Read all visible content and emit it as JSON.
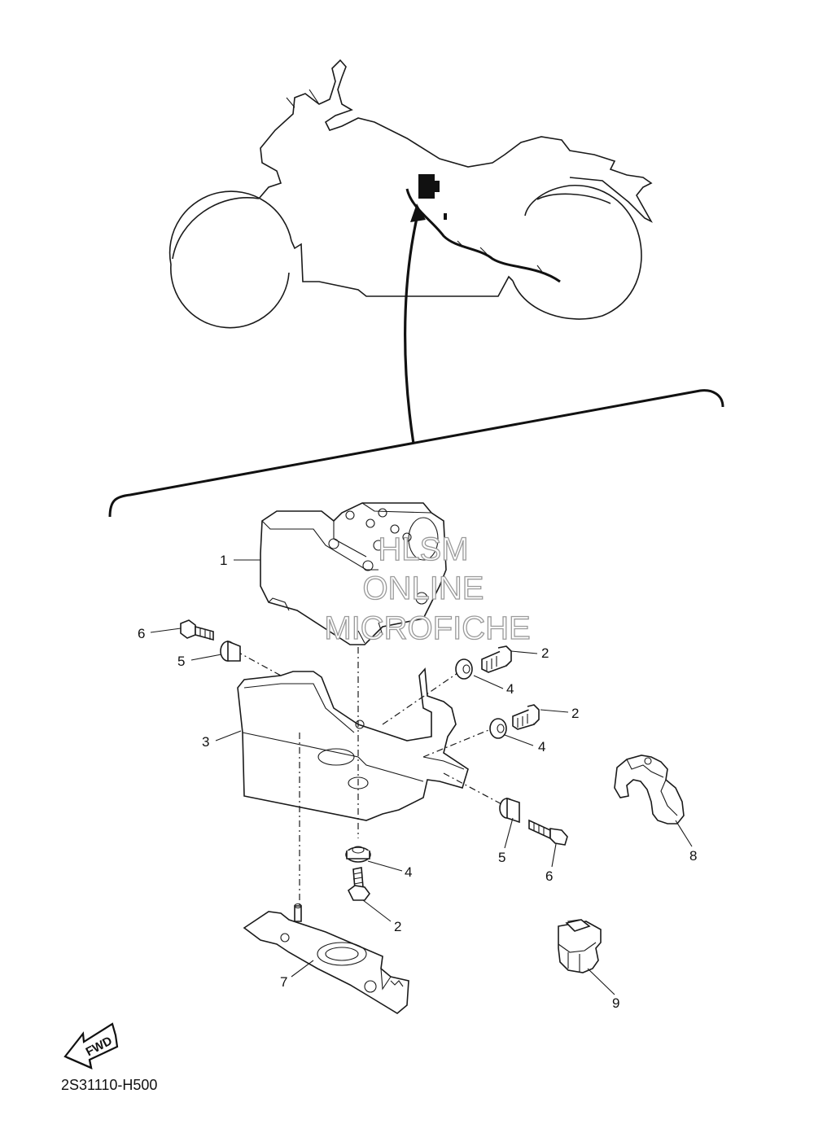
{
  "diagram": {
    "callouts": [
      {
        "id": "callout-1",
        "text": "1"
      },
      {
        "id": "callout-2-a",
        "text": "2"
      },
      {
        "id": "callout-2-b",
        "text": "2"
      },
      {
        "id": "callout-2-c",
        "text": "2"
      },
      {
        "id": "callout-3",
        "text": "3"
      },
      {
        "id": "callout-4-a",
        "text": "4"
      },
      {
        "id": "callout-4-b",
        "text": "4"
      },
      {
        "id": "callout-4-c",
        "text": "4"
      },
      {
        "id": "callout-5-a",
        "text": "5"
      },
      {
        "id": "callout-5-b",
        "text": "5"
      },
      {
        "id": "callout-6-a",
        "text": "6"
      },
      {
        "id": "callout-6-b",
        "text": "6"
      },
      {
        "id": "callout-7",
        "text": "7"
      },
      {
        "id": "callout-8",
        "text": "8"
      },
      {
        "id": "callout-9",
        "text": "9"
      }
    ],
    "fwd_label": "FWD",
    "diagram_code": "2S31110-H500"
  },
  "watermark": {
    "line1": "HLSM",
    "line2": "ONLINE",
    "line3": "MICROFICHE"
  }
}
